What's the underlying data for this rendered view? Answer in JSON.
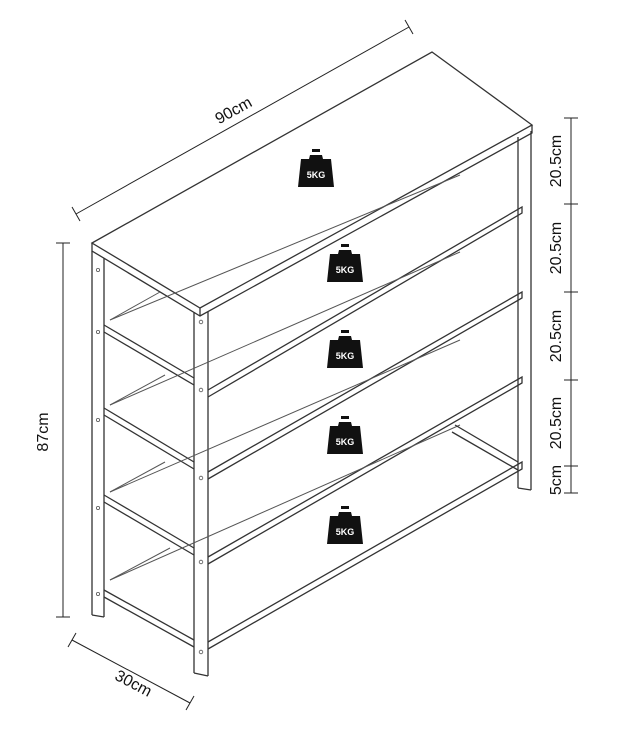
{
  "dimensions": {
    "width": "90cm",
    "height": "87cm",
    "depth": "30cm",
    "tiers": [
      "20.5cm",
      "20.5cm",
      "20.5cm",
      "20.5cm",
      "5cm"
    ]
  },
  "weights": [
    "5KG",
    "5KG",
    "5KG",
    "5KG",
    "5KG"
  ],
  "icons": {
    "weight": "kettlebell-weight-icon"
  }
}
